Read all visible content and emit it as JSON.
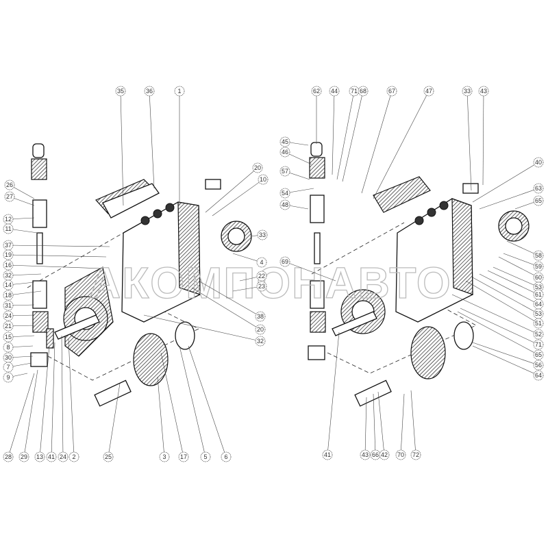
{
  "title": "Fuel injection pump exploded view",
  "watermark": "АКОМПОНАВТО",
  "colors": {
    "line": "#111111",
    "callout": "#555555",
    "background": "#ffffff"
  },
  "left_assembly": {
    "callouts": [
      "35",
      "36",
      "1",
      "20",
      "10",
      "33",
      "4",
      "22",
      "23",
      "38",
      "20",
      "32",
      "26",
      "27",
      "12",
      "11",
      "37",
      "19",
      "16",
      "32",
      "14",
      "18",
      "31",
      "24",
      "21",
      "15",
      "8",
      "30",
      "7",
      "9",
      "28",
      "29",
      "13",
      "41",
      "24",
      "2",
      "25",
      "3",
      "17",
      "5",
      "6"
    ]
  },
  "right_assembly": {
    "callouts": [
      "62",
      "44",
      "71",
      "68",
      "67",
      "47",
      "33",
      "43",
      "45",
      "46",
      "57",
      "54",
      "48",
      "69",
      "40",
      "63",
      "65",
      "58",
      "59",
      "60",
      "53",
      "61",
      "64",
      "53",
      "51",
      "52",
      "71",
      "65",
      "56",
      "64",
      "41",
      "43",
      "66",
      "42",
      "70",
      "72"
    ]
  }
}
